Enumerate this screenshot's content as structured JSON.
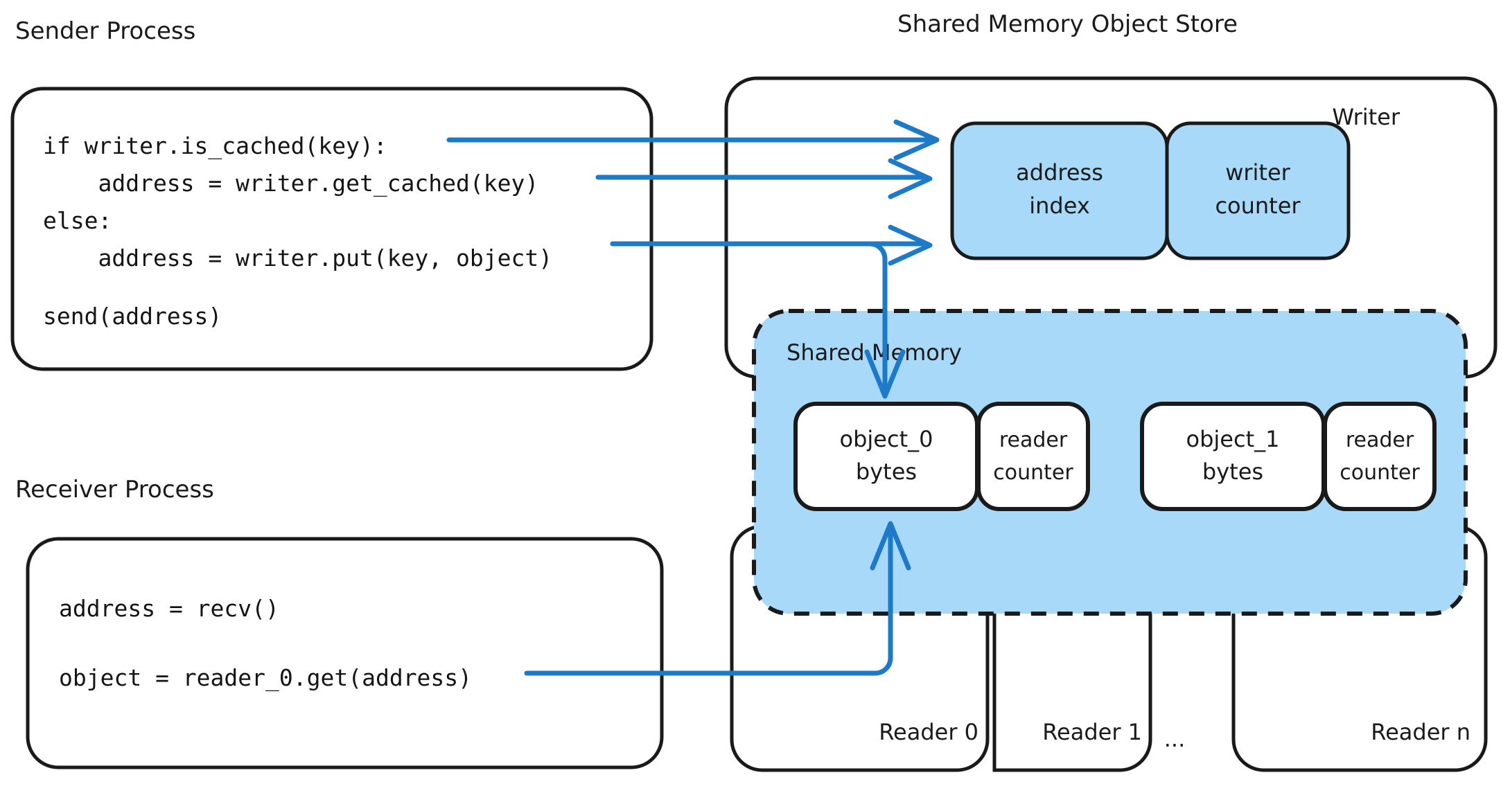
{
  "diagram": {
    "titles": {
      "sender": "Sender Process",
      "receiver": "Receiver Process",
      "store": "Shared Memory Object Store"
    },
    "sender_code": [
      "if writer.is_cached(key):",
      "    address = writer.get_cached(key)",
      "else:",
      "    address = writer.put(key, object)",
      "",
      "send(address)"
    ],
    "receiver_code": [
      "address = recv()",
      "",
      "object = reader_0.get(address)"
    ],
    "writer": {
      "label": "Writer",
      "cells": [
        {
          "line1": "address",
          "line2": "index"
        },
        {
          "line1": "writer",
          "line2": "counter"
        }
      ]
    },
    "shared_memory": {
      "label": "Shared Memory",
      "slots": [
        {
          "object": {
            "line1": "object_0",
            "line2": "bytes"
          },
          "counter": {
            "line1": "reader",
            "line2": "counter"
          }
        },
        {
          "object": {
            "line1": "object_1",
            "line2": "bytes"
          },
          "counter": {
            "line1": "reader",
            "line2": "counter"
          }
        }
      ]
    },
    "readers": [
      {
        "label": "Reader 0"
      },
      {
        "label": "Reader 1"
      },
      {
        "label": "..."
      },
      {
        "label": "Reader n"
      }
    ],
    "colors": {
      "arrow": "#1c7ac9",
      "fill_blue": "#a8d9f8",
      "stroke": "#1a1a1a",
      "background": "#ffffff"
    }
  }
}
